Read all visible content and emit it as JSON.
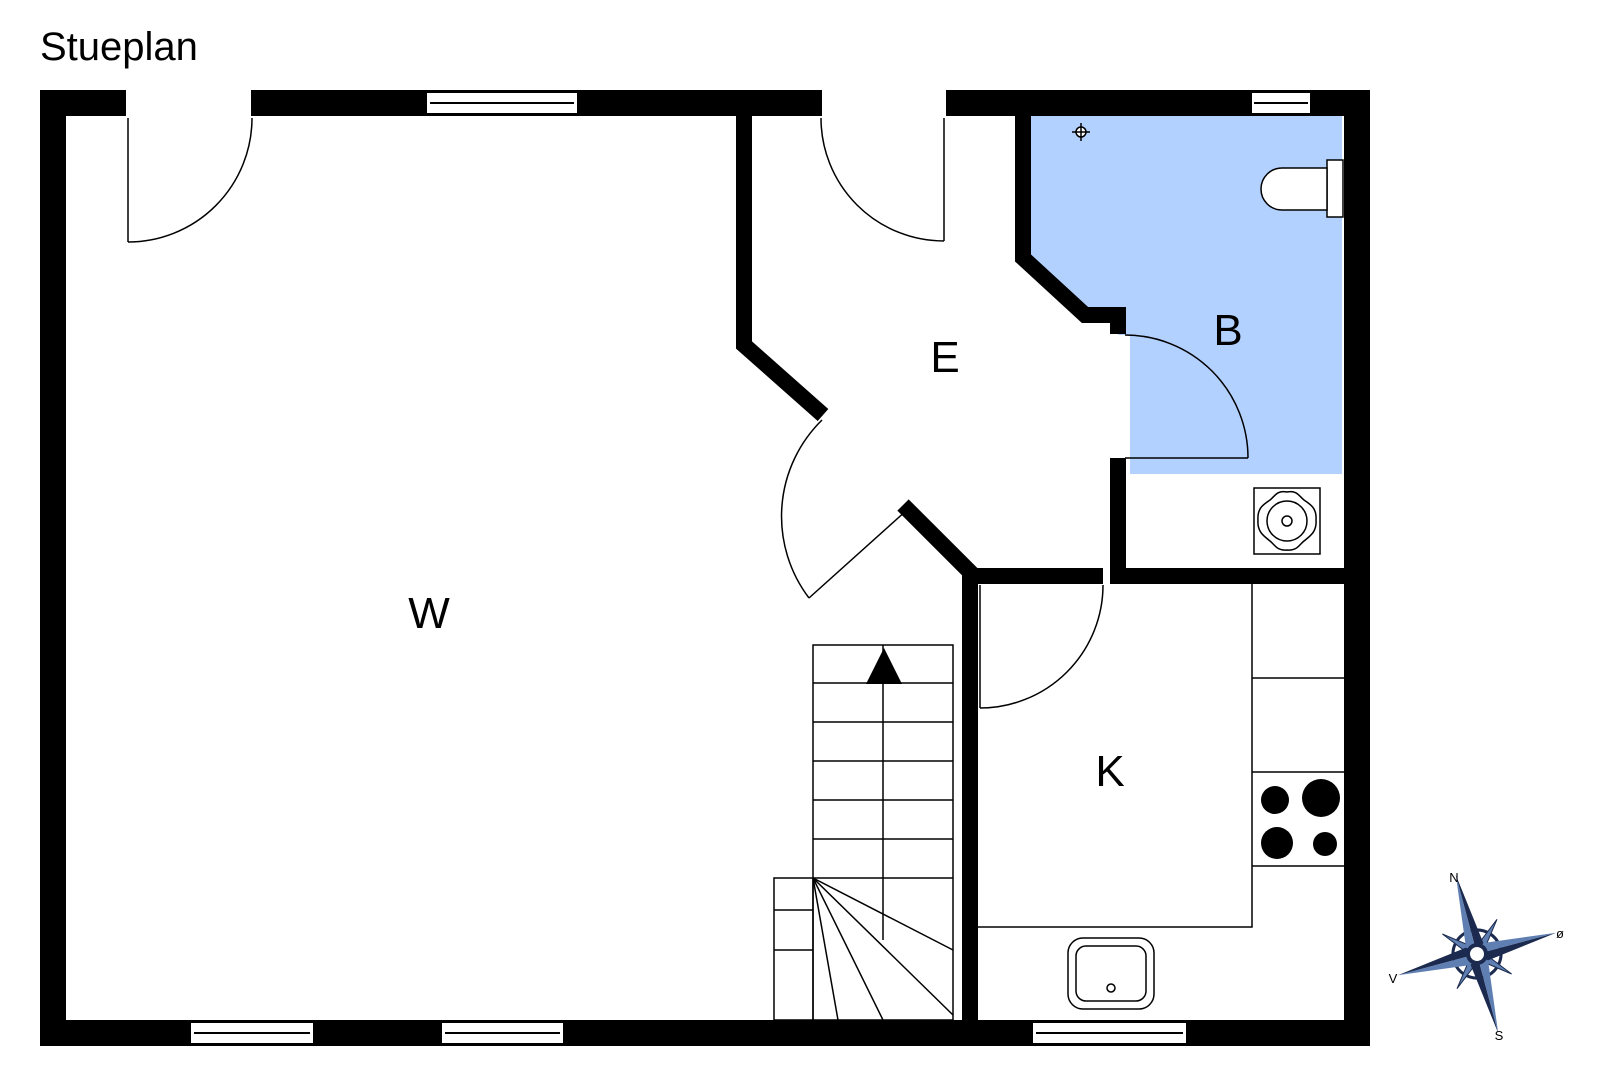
{
  "title": "Stueplan",
  "rooms": {
    "w": {
      "label": "W"
    },
    "e": {
      "label": "E"
    },
    "b": {
      "label": "B"
    },
    "k": {
      "label": "K"
    }
  },
  "compass": {
    "n": "N",
    "o": "ø",
    "s": "S",
    "v": "V"
  },
  "colors": {
    "wall": "#000000",
    "bathroom_fill": "#b3d1ff",
    "compass_dark": "#1b2a4e",
    "compass_light": "#5f7fb3"
  }
}
